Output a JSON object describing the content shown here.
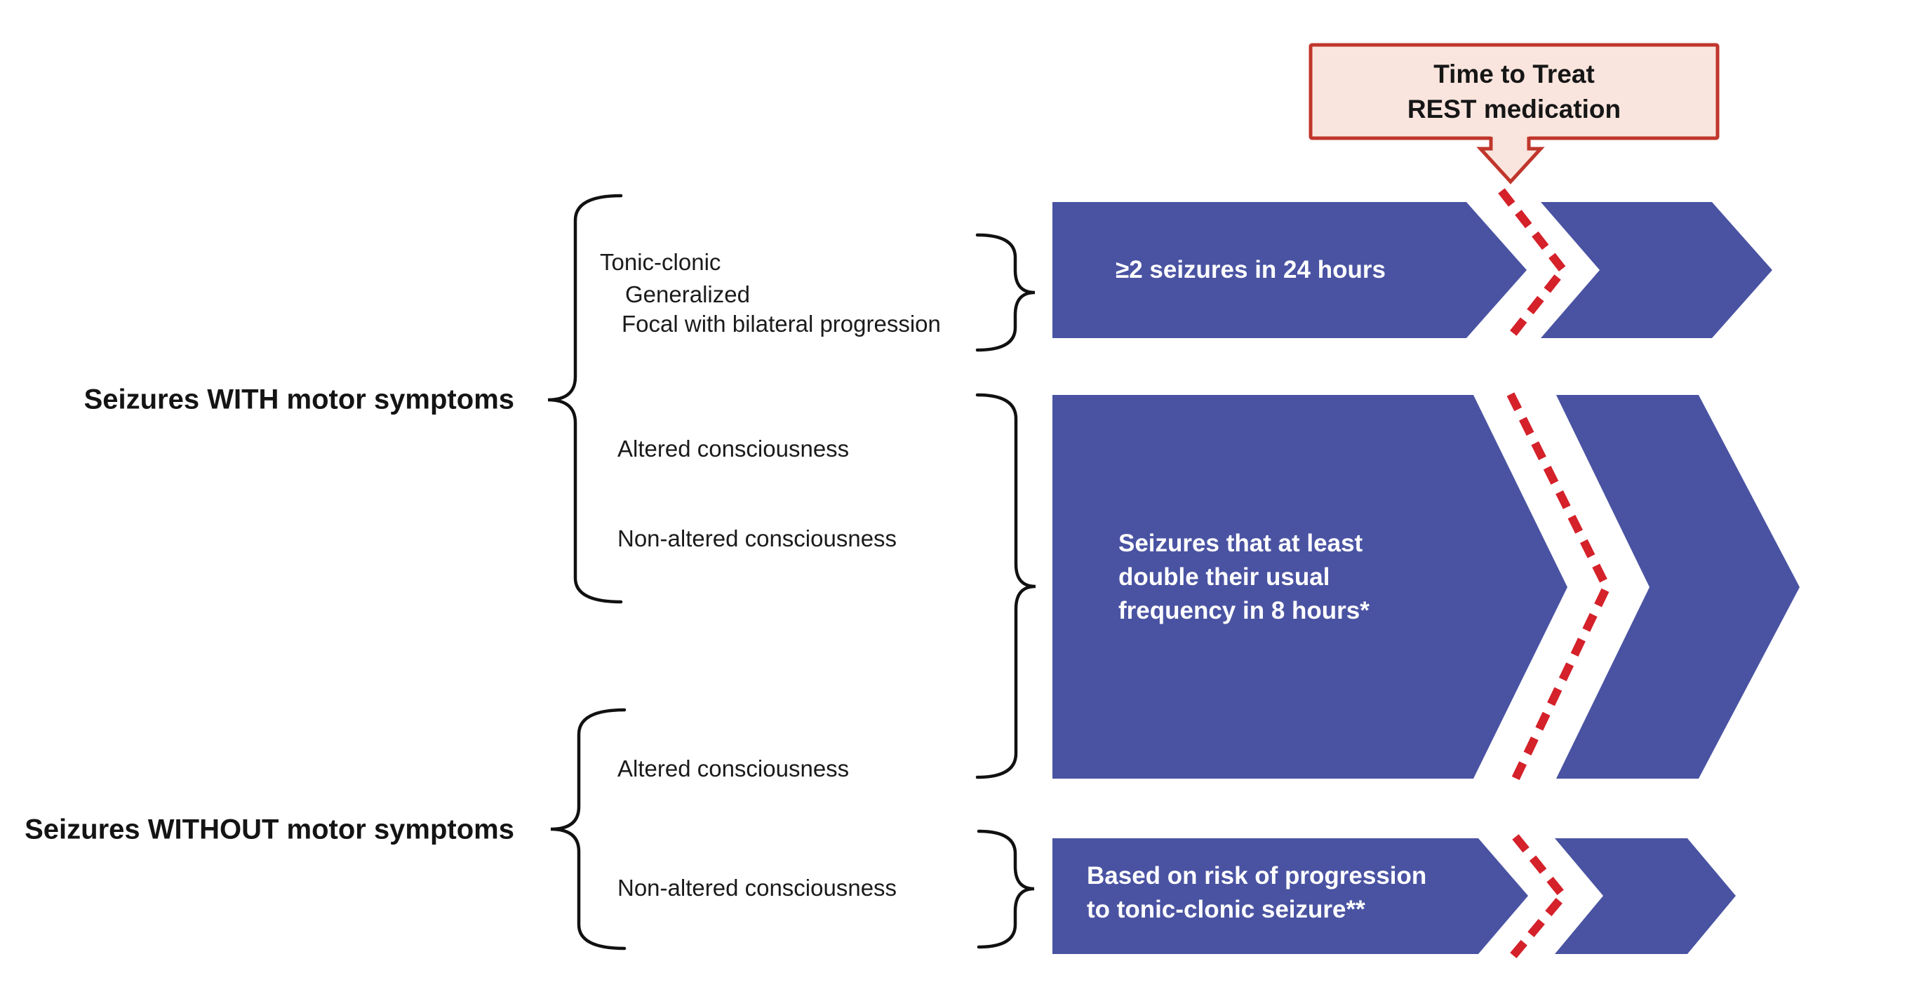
{
  "colors": {
    "blue": "#4A53A2",
    "dashRed": "#D4212A",
    "calloutBorder": "#C0362B",
    "calloutFill": "#FAE5DE",
    "ink": "#111111",
    "arrowText": "#FFFFFF"
  },
  "callout": {
    "label": "Time to Treat\nREST medication"
  },
  "categories": {
    "with_motor": "Seizures WITH motor symptoms",
    "without_motor": "Seizures WITHOUT motor symptoms"
  },
  "seizure_types": {
    "tonic_clonic": "Tonic-clonic",
    "generalized": "Generalized",
    "focal": "Focal with bilateral progression",
    "altered_with": "Altered consciousness",
    "non_altered_with": "Non-altered consciousness",
    "altered_without": "Altered consciousness",
    "non_altered_without": "Non-altered consciousness"
  },
  "criteria": {
    "arrow1": "≥2 seizures in 24 hours",
    "arrow2": "Seizures that at least\ndouble their usual\nfrequency in 8 hours*",
    "arrow3": "Based on risk of progression\nto tonic-clonic seizure**"
  }
}
